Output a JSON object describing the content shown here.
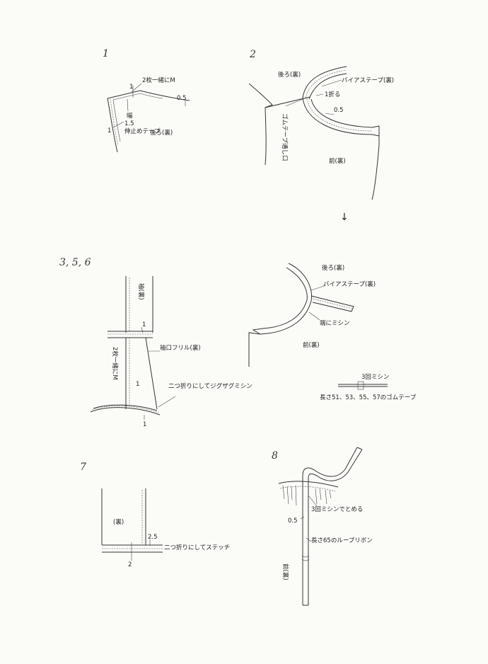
{
  "steps": [
    "1",
    "2",
    "3, 5, 6",
    "7",
    "8"
  ],
  "step1": {
    "label_together": "2枚一緒にM",
    "label_1a": "1",
    "label_05": "0.5",
    "label_width": "幅",
    "label_15": "1.5",
    "label_tape": "伸止めテープ",
    "label_1b": "1",
    "label_back": "後ろ(裏)"
  },
  "step2": {
    "label_back": "後ろ(裏)",
    "label_bias": "バイアステープ(裏)",
    "label_fold": "1折る",
    "label_05": "0.5",
    "label_elastic_opening": "ゴムテープ通し口",
    "label_front": "前(裏)"
  },
  "step2b": {
    "arrow": "↓",
    "label_back": "後ろ(裏)",
    "label_bias": "バイアステープ(裏)",
    "label_edge_stitch": "端にミシン",
    "label_front": "前(裏)",
    "label_3stitch": "3回ミシン",
    "label_elastic": "長さ51、53、55、57のゴムテープ"
  },
  "step356": {
    "label_sleeve": "袖(裏)",
    "label_1top": "1",
    "label_together": "2枚一緒にM",
    "label_frill": "袖口フリル(裏)",
    "label_1mid": "1",
    "label_zigzag": "二つ折りにしてジグザグミシン",
    "label_1bottom": "1"
  },
  "step7": {
    "label_back": "(裏)",
    "label_25": "2.5",
    "label_stitch": "二つ折りにしてステッチ",
    "label_2": "2"
  },
  "step8": {
    "label_05": "0.5",
    "label_3stitch": "3回ミシンでとめる",
    "label_ribbon": "長さ65のループリボン",
    "label_front": "前(裏)"
  }
}
